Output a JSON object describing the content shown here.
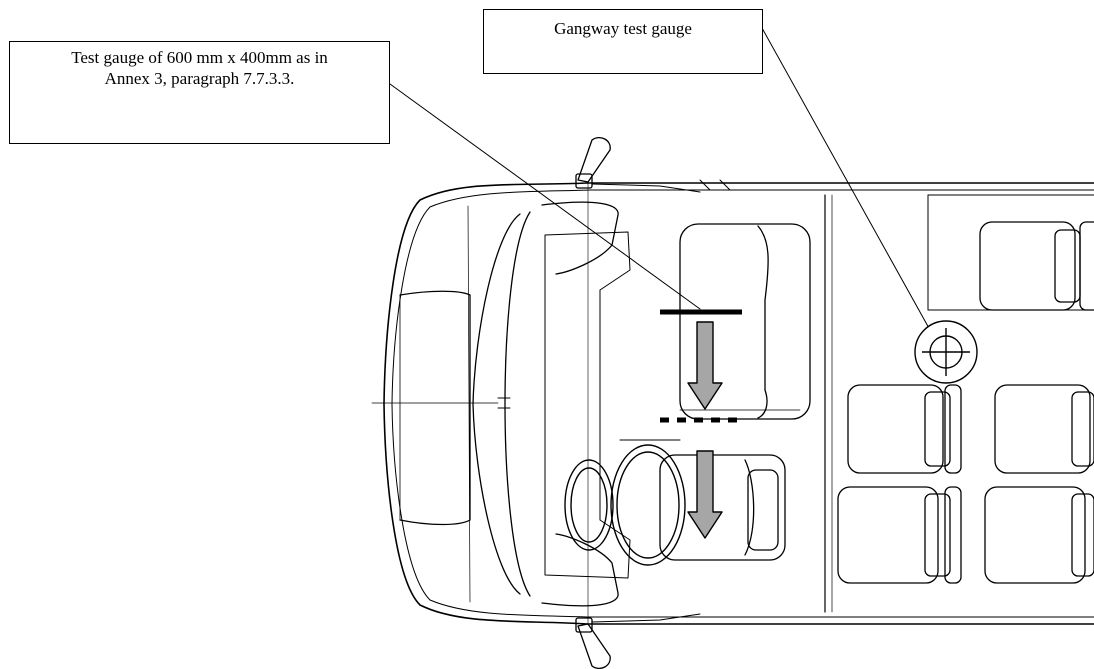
{
  "callouts": {
    "test_gauge": {
      "line1": "Test gauge of 600 mm x 400mm as in",
      "line2": "Annex 3, paragraph 7.7.3.3."
    },
    "gangway_gauge": {
      "text": "Gangway test gauge"
    }
  },
  "colors": {
    "outline": "#000000",
    "arrow_fill": "#a6a6a6",
    "background": "#ffffff"
  },
  "icons": {
    "gangway_gauge_symbol": "crosshair-circle-icon",
    "movement_arrow": "down-arrow-icon"
  }
}
